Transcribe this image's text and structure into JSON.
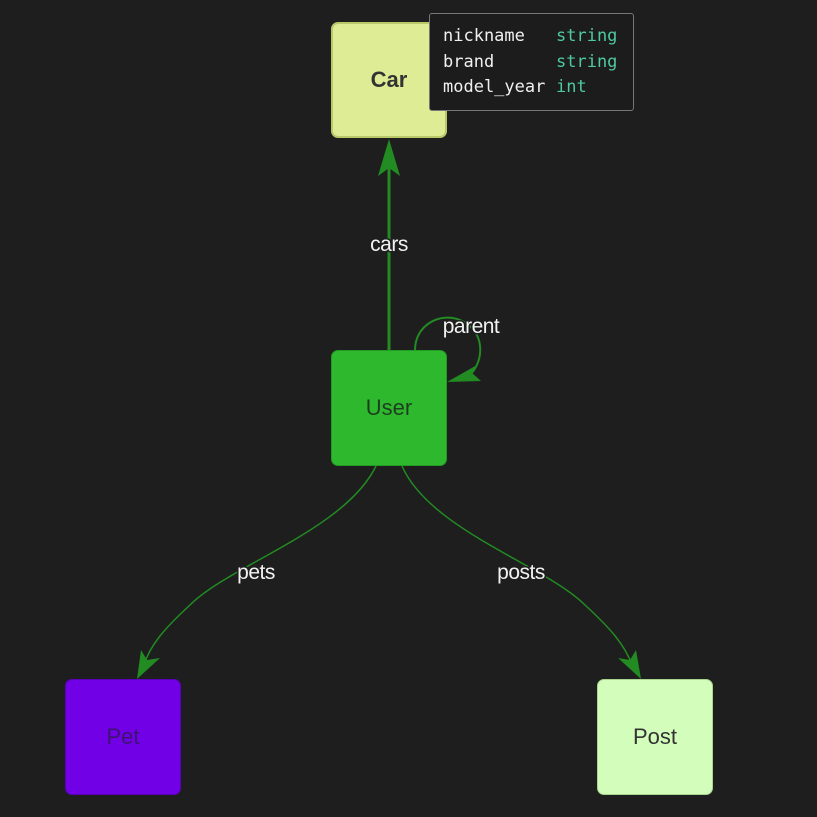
{
  "diagram": {
    "nodes": [
      {
        "id": "car",
        "label": "Car"
      },
      {
        "id": "user",
        "label": "User"
      },
      {
        "id": "pet",
        "label": "Pet"
      },
      {
        "id": "post",
        "label": "Post"
      }
    ],
    "edges": [
      {
        "from": "user",
        "to": "car",
        "label": "cars"
      },
      {
        "from": "user",
        "to": "user",
        "label": "parent"
      },
      {
        "from": "user",
        "to": "pet",
        "label": "pets"
      },
      {
        "from": "user",
        "to": "post",
        "label": "posts"
      }
    ],
    "tooltip": {
      "node": "car",
      "fields": [
        {
          "name": "nickname",
          "type": "string"
        },
        {
          "name": "brand",
          "type": "string"
        },
        {
          "name": "model_year",
          "type": "int"
        }
      ]
    }
  },
  "colors": {
    "background": "#1e1e1e",
    "edge": "#228b22",
    "car": "#deec96",
    "user": "#2eb82e",
    "pet": "#7200e6",
    "post": "#d2fdbb",
    "field_type": "#4ec9a0"
  }
}
